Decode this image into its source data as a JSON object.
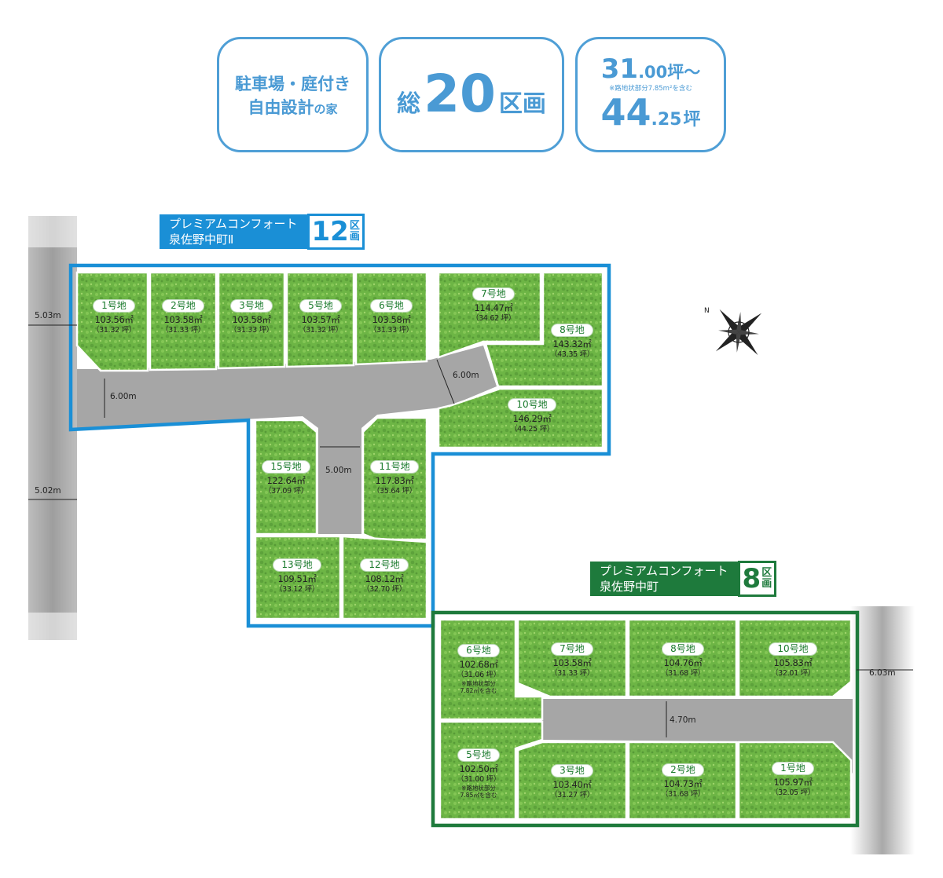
{
  "badges": {
    "feature_line1": "駐車場・庭付き",
    "feature_line2a": "自由設計",
    "feature_line2b": "の家",
    "total_prefix": "総",
    "total_number": "20",
    "total_suffix": "区画",
    "min_num": "31",
    "min_dec": ".00",
    "min_unit": "坪〜",
    "note": "※路地状部分7.85m²を含む",
    "max_num": "44",
    "max_dec": ".25",
    "max_unit": "坪"
  },
  "site1": {
    "name1": "プレミアムコンフォート",
    "name2": "泉佐野中町Ⅱ",
    "count": "12",
    "count_unit1": "区",
    "count_unit2": "画",
    "color": "#1a8fd6"
  },
  "site2": {
    "name1": "プレミアムコンフォート",
    "name2": "泉佐野中町",
    "count": "8",
    "count_unit1": "区",
    "count_unit2": "画",
    "color": "#1e7a3c"
  },
  "lots1": [
    {
      "label": "1号地",
      "area": "103.56㎡",
      "tsubo": "（31.32 坪）"
    },
    {
      "label": "2号地",
      "area": "103.58㎡",
      "tsubo": "（31.33 坪）"
    },
    {
      "label": "3号地",
      "area": "103.58㎡",
      "tsubo": "（31.33 坪）"
    },
    {
      "label": "5号地",
      "area": "103.57㎡",
      "tsubo": "（31.32 坪）"
    },
    {
      "label": "6号地",
      "area": "103.58㎡",
      "tsubo": "（31.33 坪）"
    },
    {
      "label": "7号地",
      "area": "114.47㎡",
      "tsubo": "（34.62 坪）"
    },
    {
      "label": "8号地",
      "area": "143.32㎡",
      "tsubo": "（43.35 坪）"
    },
    {
      "label": "10号地",
      "area": "146.29㎡",
      "tsubo": "（44.25 坪）"
    },
    {
      "label": "15号地",
      "area": "122.64㎡",
      "tsubo": "（37.09 坪）"
    },
    {
      "label": "11号地",
      "area": "117.83㎡",
      "tsubo": "（35.64 坪）"
    },
    {
      "label": "13号地",
      "area": "109.51㎡",
      "tsubo": "（33.12 坪）"
    },
    {
      "label": "12号地",
      "area": "108.12㎡",
      "tsubo": "（32.70 坪）"
    }
  ],
  "lots2": [
    {
      "label": "6号地",
      "area": "102.68㎡",
      "tsubo": "（31.06 坪）",
      "note1": "※路地状部分",
      "note2": "7.82㎡を含む"
    },
    {
      "label": "7号地",
      "area": "103.58㎡",
      "tsubo": "（31.33 坪）"
    },
    {
      "label": "8号地",
      "area": "104.76㎡",
      "tsubo": "（31.68 坪）"
    },
    {
      "label": "10号地",
      "area": "105.83㎡",
      "tsubo": "（32.01 坪）"
    },
    {
      "label": "5号地",
      "area": "102.50㎡",
      "tsubo": "（31.00 坪）",
      "note1": "※路地状部分",
      "note2": "7.85㎡を含む"
    },
    {
      "label": "3号地",
      "area": "103.40㎡",
      "tsubo": "（31.27 坪）"
    },
    {
      "label": "2号地",
      "area": "104.73㎡",
      "tsubo": "（31.68 坪）"
    },
    {
      "label": "1号地",
      "area": "105.97㎡",
      "tsubo": "（32.05 坪）"
    }
  ],
  "dims": {
    "left_road_top": "5.03m",
    "left_road_bottom": "5.02m",
    "main_road": "6.00m",
    "diag_road": "6.00m",
    "stem_road": "5.00m",
    "site2_road": "4.70m",
    "right_road": "6.03m"
  },
  "compass": {
    "north": "N"
  }
}
